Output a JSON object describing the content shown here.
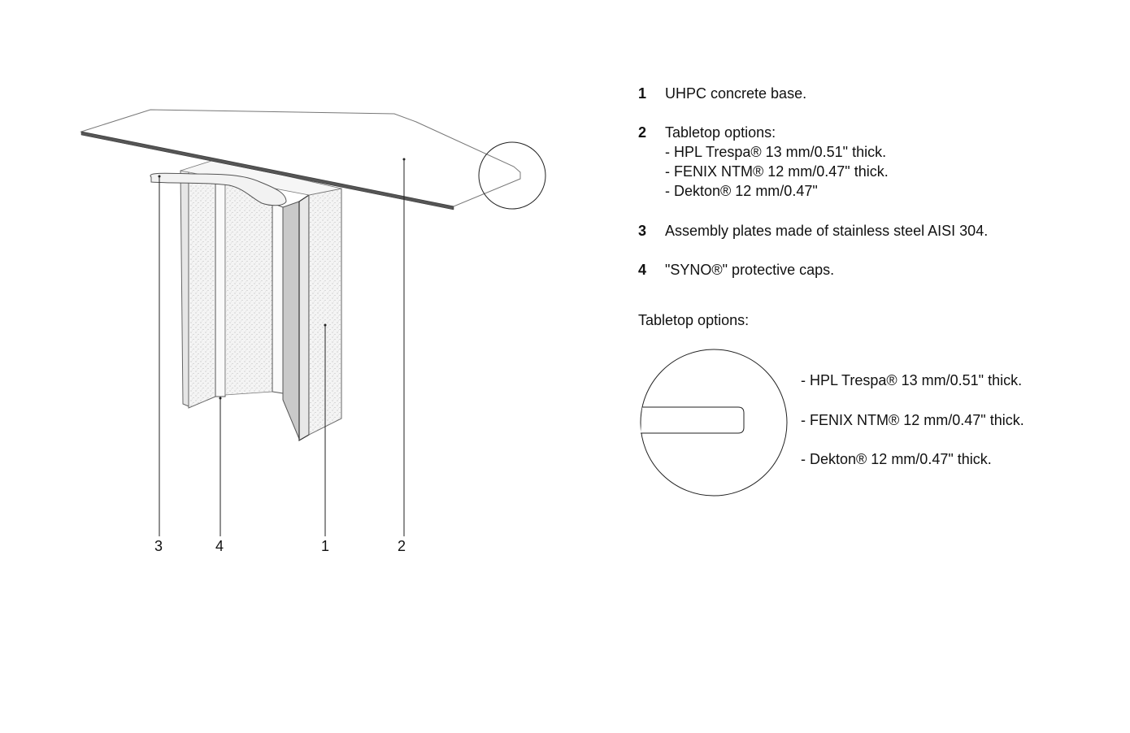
{
  "callouts": [
    "3",
    "4",
    "1",
    "2"
  ],
  "legend": [
    {
      "number": "1",
      "text": "UHPC concrete base."
    },
    {
      "number": "2",
      "text": "Tabletop options:",
      "lines": [
        "- HPL Trespa® 13 mm/0.51\" thick.",
        "- FENIX NTM® 12 mm/0.47\" thick.",
        "- Dekton® 12 mm/0.47\""
      ]
    },
    {
      "number": "3",
      "text": "Assembly plates made of stainless steel AISI 304."
    },
    {
      "number": "4",
      "text": "\"SYNO®\" protective caps."
    }
  ],
  "tabletop_options": {
    "heading": "Tabletop options:",
    "items": [
      "- HPL Trespa® 13 mm/0.51\" thick.",
      "- FENIX NTM® 12 mm/0.47\" thick.",
      "- Dekton® 12 mm/0.47\" thick."
    ]
  }
}
